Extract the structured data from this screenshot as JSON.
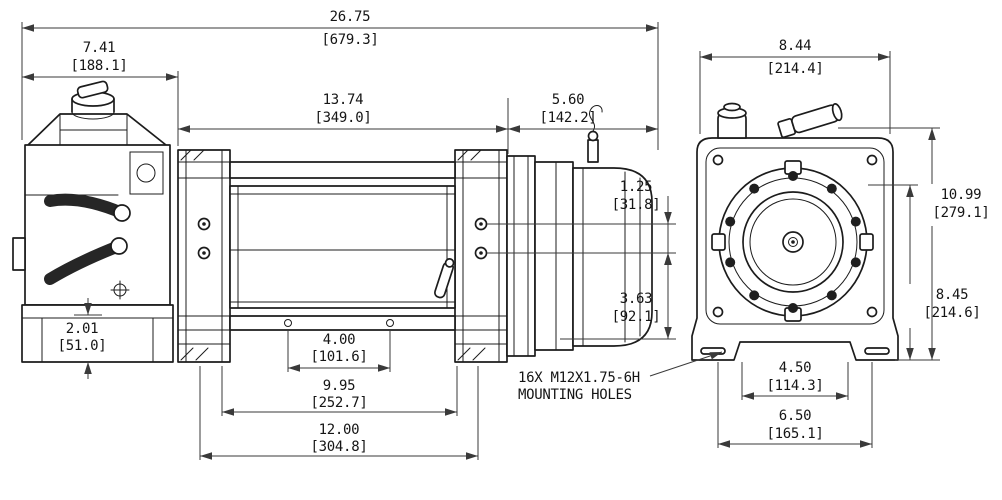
{
  "side_view": {
    "overall_length": {
      "in": "26.75",
      "mm": "[679.3]"
    },
    "control_width": {
      "in": "7.41",
      "mm": "[188.1]"
    },
    "drum_length": {
      "in": "13.74",
      "mm": "[349.0]"
    },
    "motor_length": {
      "in": "5.60",
      "mm": "[142.2]"
    },
    "hole_row_spacing": {
      "in": "1.25",
      "mm": "[31.8]"
    },
    "hole_to_base": {
      "in": "3.63",
      "mm": "[92.1]"
    },
    "base_height": {
      "in": "2.01",
      "mm": "[51.0]"
    },
    "hole_span_inner": {
      "in": "4.00",
      "mm": "[101.6]"
    },
    "hole_span_mid": {
      "in": "9.95",
      "mm": "[252.7]"
    },
    "hole_span_outer": {
      "in": "12.00",
      "mm": "[304.8]"
    }
  },
  "front_view": {
    "width": {
      "in": "8.44",
      "mm": "[214.4]"
    },
    "height_overall": {
      "in": "10.99",
      "mm": "[279.1]"
    },
    "height_body": {
      "in": "8.45",
      "mm": "[214.6]"
    },
    "hole_span_inner": {
      "in": "4.50",
      "mm": "[114.3]"
    },
    "hole_span_outer": {
      "in": "6.50",
      "mm": "[165.1]"
    }
  },
  "note": {
    "line1": "16X M12X1.75-6H",
    "line2": "MOUNTING HOLES"
  },
  "colors": {
    "line": "#1c1c1c",
    "dimension": "#3a3a3a",
    "background": "#ffffff"
  }
}
